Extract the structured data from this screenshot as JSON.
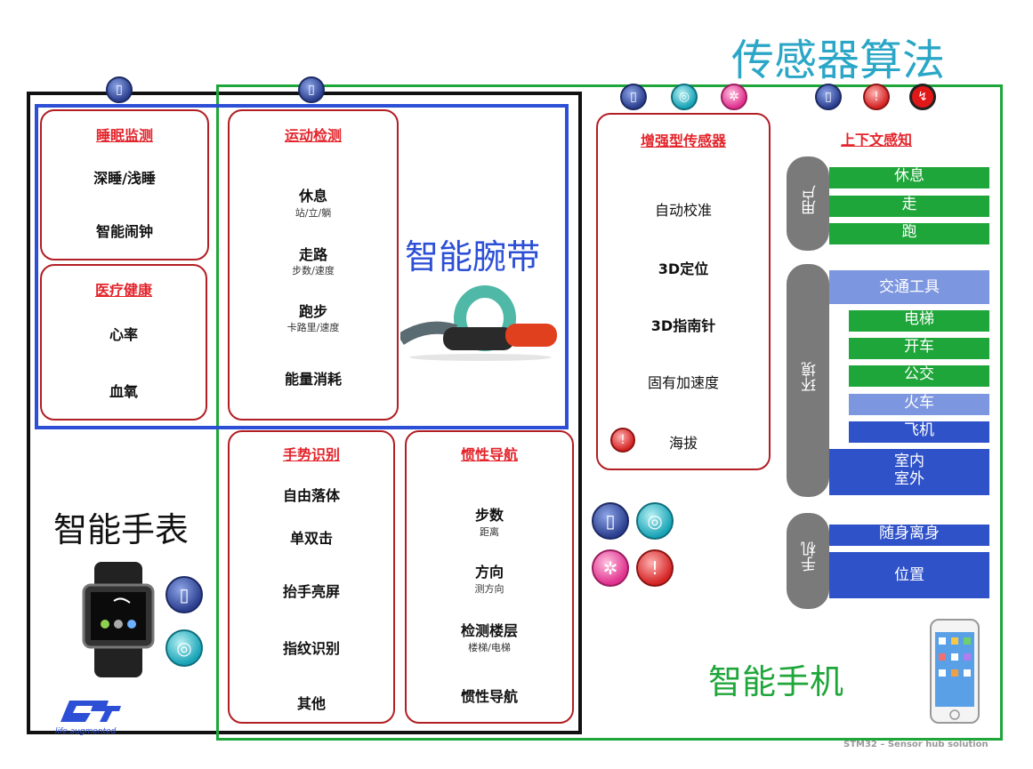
{
  "header": {
    "title": "传感器算法"
  },
  "wristband": {
    "title": "智能腕带"
  },
  "watch": {
    "title": "智能手表"
  },
  "phone": {
    "title": "智能手机"
  },
  "sleep": {
    "title": "睡眠监测",
    "items": [
      "深睡/浅睡",
      "智能闹钟"
    ]
  },
  "medical": {
    "title": "医疗健康",
    "items": [
      "心率",
      "血氧"
    ]
  },
  "motion": {
    "title": "运动检测",
    "items": [
      {
        "main": "休息",
        "sub": "站/立/躺"
      },
      {
        "main": "走路",
        "sub": "步数/速度"
      },
      {
        "main": "跑步",
        "sub": "卡路里/速度"
      },
      {
        "main": "能量消耗",
        "sub": ""
      }
    ]
  },
  "gesture": {
    "title": "手势识别",
    "items": [
      "自由落体",
      "单双击",
      "抬手亮屏",
      "指纹识别",
      "其他"
    ]
  },
  "inertial": {
    "title": "惯性导航",
    "items": [
      {
        "main": "步数",
        "sub": "距离"
      },
      {
        "main": "方向",
        "sub": "测方向"
      },
      {
        "main": "检测楼层",
        "sub": "楼梯/电梯"
      },
      {
        "main": "惯性导航",
        "sub": ""
      }
    ]
  },
  "enhanced": {
    "title": "增强型传感器",
    "items": [
      "自动校准",
      "3D定位",
      "3D指南针",
      "固有加速度",
      "海拔"
    ]
  },
  "context": {
    "title": "上下文感知",
    "user": {
      "label": "用户",
      "items": [
        "休息",
        "走",
        "跑"
      ]
    },
    "env": {
      "label": "环境",
      "transport": "交通工具",
      "items": [
        "电梯",
        "开车",
        "公交",
        "火车",
        "飞机"
      ],
      "indoor": [
        "室内",
        "室外"
      ]
    },
    "phone": {
      "label": "手机",
      "items": [
        "随身离身",
        "位置"
      ]
    }
  },
  "brand": {
    "logo": "ST",
    "tagline": "life.augmented"
  },
  "footer": {
    "text": "STM32 – Sensor hub solution"
  },
  "icons": {
    "accelerometer": "accelerometer-icon",
    "gyroscope": "gyroscope-icon",
    "magnetometer": "magnetometer-icon",
    "pressure": "pressure-icon",
    "temperature": "thermometer-icon",
    "microphone": "microphone-icon"
  },
  "colors": {
    "title_blue": "#2aa6c6",
    "box_red": "#b21e23",
    "heading_red": "#e3242b",
    "phone_green": "#1fa63a",
    "band_blue": "#2c4fd6",
    "watch_black": "#111111"
  }
}
